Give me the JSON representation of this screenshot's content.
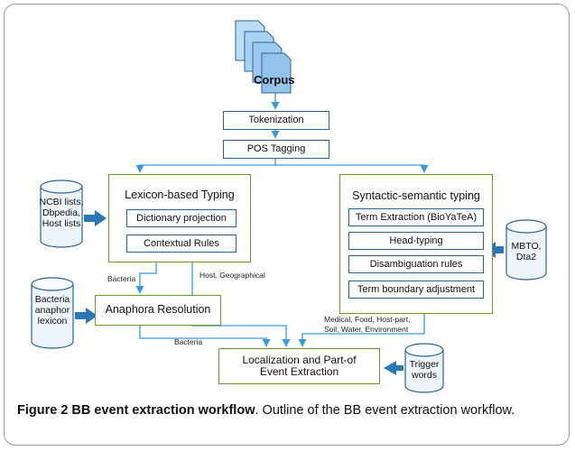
{
  "corpus": "Corpus",
  "steps": {
    "tokenization": "Tokenization",
    "pos_tagging": "POS Tagging"
  },
  "lexicon_group": {
    "title": "Lexicon-based Typing",
    "dictionary": "Dictionary projection",
    "contextual": "Contextual Rules"
  },
  "syntactic_group": {
    "title": "Syntactic-semantic typing",
    "term_extraction": "Term Extraction (BioYaTeA)",
    "head_typing": "Head-typing",
    "disambiguation": "Disambiguation rules",
    "term_boundary": "Term boundary adjustment"
  },
  "anaphora": "Anaphora Resolution",
  "localization": {
    "line1": "Localization and Part-of",
    "line2": "Event Extraction"
  },
  "resources": {
    "ncbi": [
      "NCBI lists,",
      "Dbpedia,",
      "Host lists"
    ],
    "mbto": [
      "MBTO,",
      "Dta2"
    ],
    "bacteria_lexicon": [
      "Bacteria",
      "anaphor",
      "lexicon"
    ],
    "trigger": [
      "Trigger",
      "words"
    ]
  },
  "edge_labels": {
    "bacteria_1": "Bacteria",
    "host_geo": "Host, Geographical",
    "bacteria_2": "Bacteria",
    "medical": [
      "Medical, Food, Host-part,",
      "Soil, Water, Environment"
    ]
  },
  "caption": {
    "bold": "Figure 2 BB event extraction workflow",
    "text": ". Outline of the BB event extraction workflow."
  },
  "colors": {
    "box_border": "#2a6496",
    "group_border": "#6a9a2a",
    "arrow": "#3a9ad9",
    "cylinder_fill": "#eef4fb",
    "document_fill": "#9ec9ee"
  }
}
